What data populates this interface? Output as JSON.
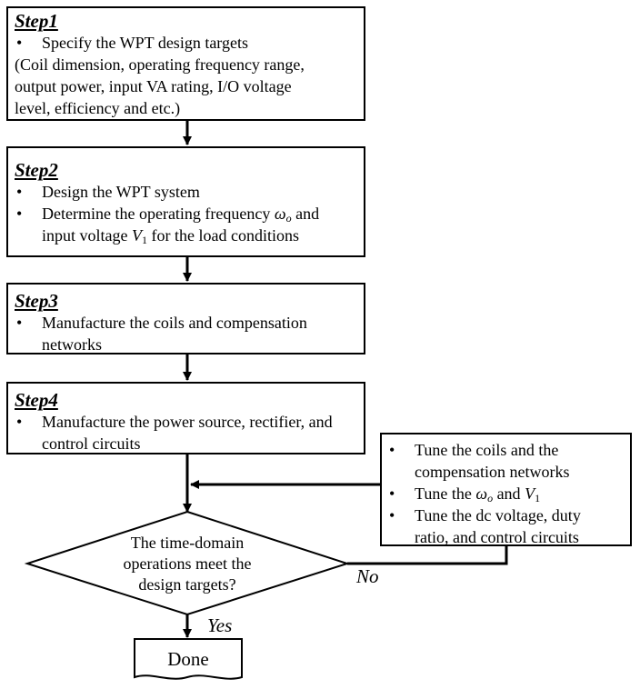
{
  "step1": {
    "title": "Step1",
    "bullet": "•",
    "line1": "Specify the WPT design targets",
    "line2": "(Coil dimension, operating frequency range,",
    "line3": "output power, input VA rating, I/O voltage",
    "line4": "level, efficiency and etc.)"
  },
  "step2": {
    "title": "Step2",
    "bullet": "•",
    "item1": "Design the WPT system",
    "item2_a": "Determine the operating frequency",
    "omega": "ω",
    "omega_sub": "o",
    "item2_b": "and",
    "item2_c": "input voltage",
    "v": "V",
    "v_sub": "1",
    "item2_d": "for the load conditions"
  },
  "step3": {
    "title": "Step3",
    "bullet": "•",
    "item1_a": "Manufacture the coils and compensation",
    "item1_b": "networks"
  },
  "step4": {
    "title": "Step4",
    "bullet": "•",
    "item1_a": "Manufacture the power source, rectifier, and",
    "item1_b": "control circuits"
  },
  "tune": {
    "bullet": "•",
    "item1_a": "Tune the coils and the",
    "item1_b": "compensation networks",
    "item2_a": "Tune the",
    "omega": "ω",
    "omega_sub": "o",
    "item2_b": "and",
    "v": "V",
    "v_sub": "1",
    "item3_a": "Tune the dc voltage, duty",
    "item3_b": "ratio, and control circuits"
  },
  "decision": {
    "line1": "The time-domain",
    "line2": "operations meet the",
    "line3": "design targets?",
    "no_label": "No",
    "yes_label": "Yes"
  },
  "done": {
    "label": "Done"
  }
}
